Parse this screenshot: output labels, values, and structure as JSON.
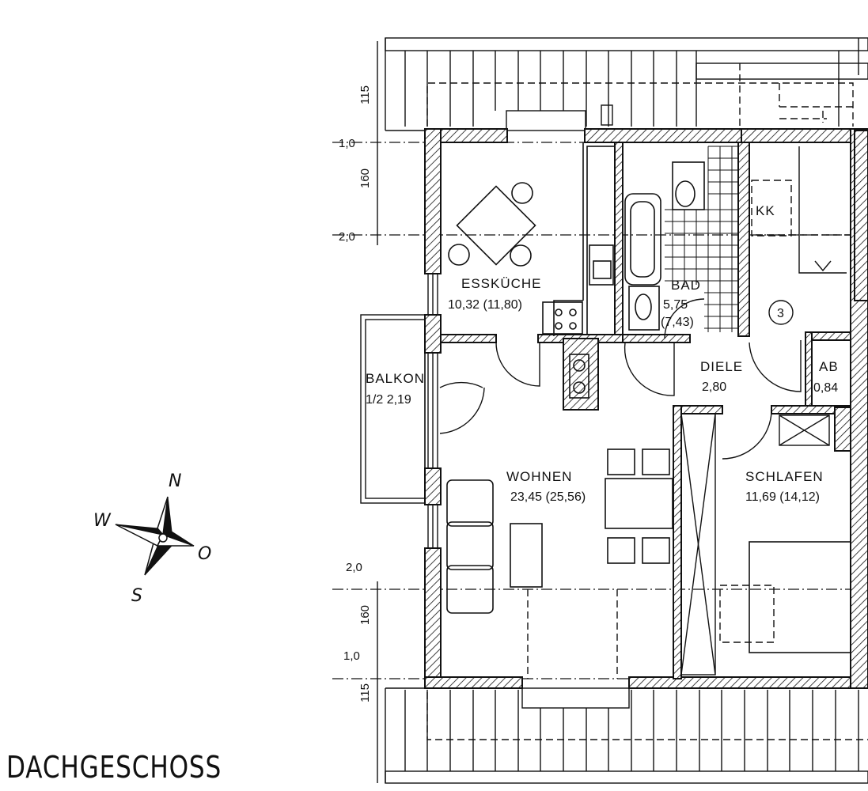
{
  "title": "DACHGESCHOSS",
  "rooms": {
    "esskueche": {
      "name": "ESSKÜCHE",
      "area": "10,32 (11,80)"
    },
    "bad": {
      "name": "BAD",
      "area": "5,75",
      "area2": "(7,43)"
    },
    "diele": {
      "name": "DIELE",
      "area": "2,80"
    },
    "ab": {
      "name": "AB",
      "area": "0,84"
    },
    "balkon": {
      "name": "BALKON",
      "area": "1/2 2,19"
    },
    "wohnen": {
      "name": "WOHNEN",
      "area": "23,45 (25,56)"
    },
    "schlafen": {
      "name": "SCHLAFEN",
      "area": "11,69 (14,12)"
    },
    "kk": {
      "name": "KK"
    },
    "stair_number": "3"
  },
  "dimensions": {
    "top": {
      "d115": "115",
      "h10": "1,0",
      "d160": "160",
      "h20": "2,0"
    },
    "bottom": {
      "h20": "2,0",
      "d160": "160",
      "h10": "1,0",
      "d115": "115"
    }
  },
  "compass": {
    "n": "N",
    "s": "S",
    "w": "W",
    "o": "O"
  }
}
